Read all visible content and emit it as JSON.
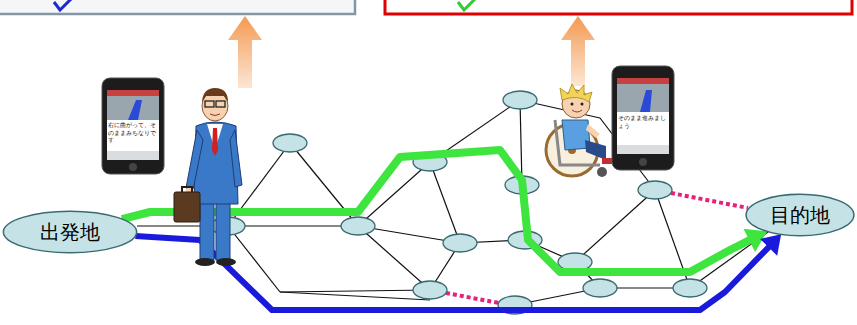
{
  "diagram": {
    "nodes": [
      {
        "text": [
          "出発地"
        ]
      },
      {
        "text": [
          "目的地"
        ]
      }
    ],
    "edges": [
      {
        "from": 0,
        "to": 1,
        "arrow": "to"
      },
      {
        "from": 0,
        "to": 1,
        "arrow": "to"
      }
    ],
    "labels": [
      "右に曲がって、そのままみちなりです",
      "そのまま進みましょう"
    ]
  }
}
